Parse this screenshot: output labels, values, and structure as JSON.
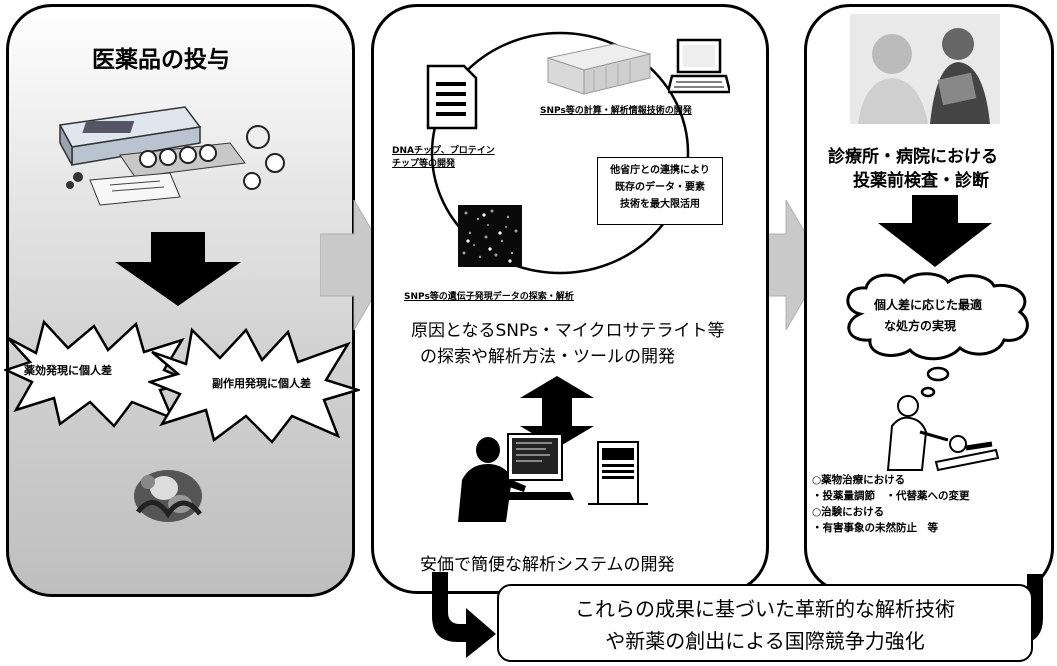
{
  "left": {
    "title": "医薬品の投与",
    "burst1": "薬効発現に個人差",
    "burst2": "副作用発現に個人差"
  },
  "middle": {
    "label_dna_line1": "DNAチップ、プロテイン",
    "label_dna_line2": "チップ等の開発",
    "label_computer": "SNPs等の計算・解析情報技術の開発",
    "label_snps_search": "SNPs等の遺伝子発現データの探索・解析",
    "collab_line1": "他省庁との連携により",
    "collab_line2": "既存のデータ・要素",
    "collab_line3": "技術を最大限活用",
    "main_line1": "原因となるSNPs・マイクロサテライト等",
    "main_line2": "の探索や解析方法・ツールの開発",
    "bottom_title": "安価で簡便な解析システムの開発"
  },
  "right": {
    "title_line1": "診療所・病院における",
    "title_line2": "投薬前検査・診断",
    "thought_line1": "個人差に応じた最適",
    "thought_line2": "な処方の実現",
    "note_line1": "○薬物治療における",
    "note_line2": "・投薬量調節　・代替薬への変更",
    "note_line3": "○治験における",
    "note_line4": "・有害事象の未然防止　等"
  },
  "result": {
    "line1": "これらの成果に基づいた革新的な解析技術",
    "line2": "や新薬の創出による国際競争力強化"
  }
}
